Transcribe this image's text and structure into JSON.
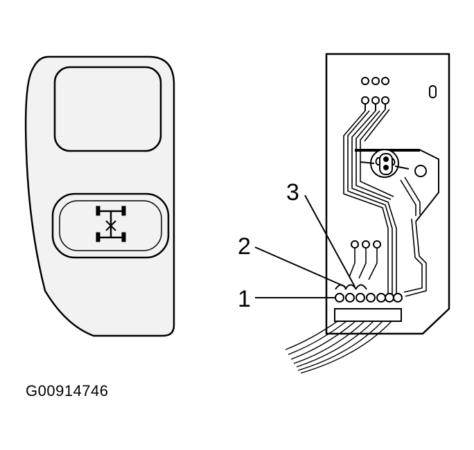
{
  "figure": {
    "id": "G00914746"
  },
  "callouts": [
    {
      "number": "1"
    },
    {
      "number": "2"
    },
    {
      "number": "3"
    }
  ],
  "switch": {
    "icon": "four-wheel-drive-axle-lock-icon"
  },
  "colors": {
    "line": "#000000",
    "switch_fill": "#f2f2f2",
    "paper": "#ffffff"
  }
}
